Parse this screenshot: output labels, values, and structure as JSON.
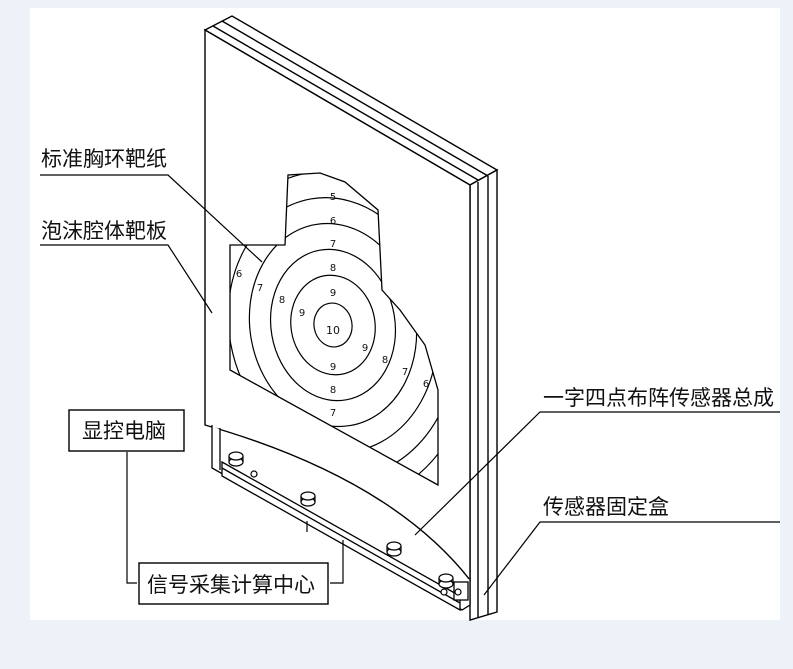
{
  "labels": {
    "target_paper": "标准胸环靶纸",
    "foam_board": "泡沫腔体靶板",
    "display_pc": "显控电脑",
    "signal_center": "信号采集计算中心",
    "sensor_array": "一字四点布阵传感器总成",
    "sensor_box": "传感器固定盒"
  },
  "rings": {
    "top_5": "5",
    "top_6": "6",
    "top_7": "7",
    "upper_8": "8",
    "upper_9": "9",
    "left_6": "6",
    "left_7": "7",
    "left_8": "8",
    "left_9": "9",
    "center": "10",
    "right_9": "9",
    "right_8": "8",
    "right_7": "7",
    "right_6": "6",
    "lower_9": "9",
    "lower_8": "8",
    "lower_7": "7"
  }
}
